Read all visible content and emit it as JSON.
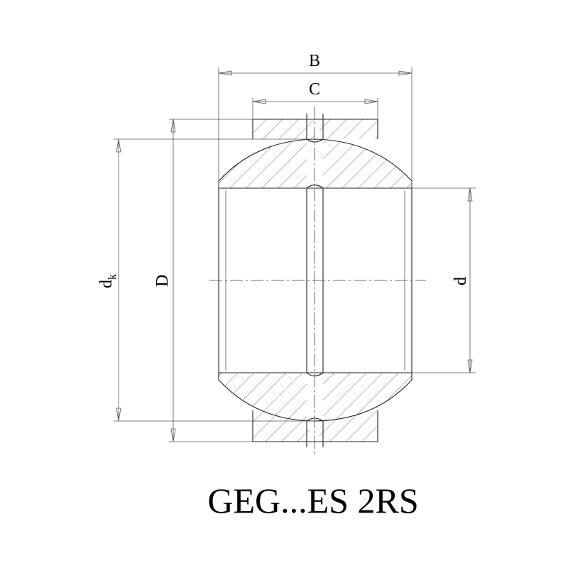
{
  "labels": {
    "B": "B",
    "C": "C",
    "dk_main": "d",
    "dk_sub": "k",
    "D": "D",
    "d": "d"
  },
  "title": "GEG...ES 2RS",
  "colors": {
    "line": "#222222",
    "hatch": "#666666",
    "background": "#ffffff"
  }
}
